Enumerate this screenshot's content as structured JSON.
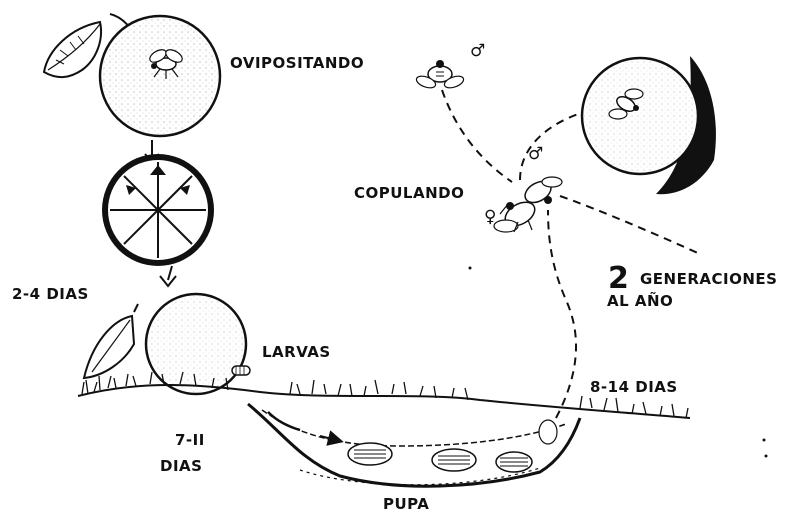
{
  "labels": {
    "ovipositing": "OVIPOSITANDO",
    "days_2_4": "2-4 DIAS",
    "larvae": "LARVAS",
    "days_7_11_line1": "7-II",
    "days_7_11_line2": "DIAS",
    "pupa": "PUPA",
    "days_8_14": "8-14 DIAS",
    "copulating": "COPULANDO",
    "generations_number": "2",
    "generations_line1": "GENERACIONES",
    "generations_line2": "AL AÑO"
  },
  "symbols": {
    "male_top": "♂",
    "male_mid": "♂",
    "female": "♀"
  },
  "colors": {
    "ink": "#111111",
    "paper": "#ffffff"
  }
}
